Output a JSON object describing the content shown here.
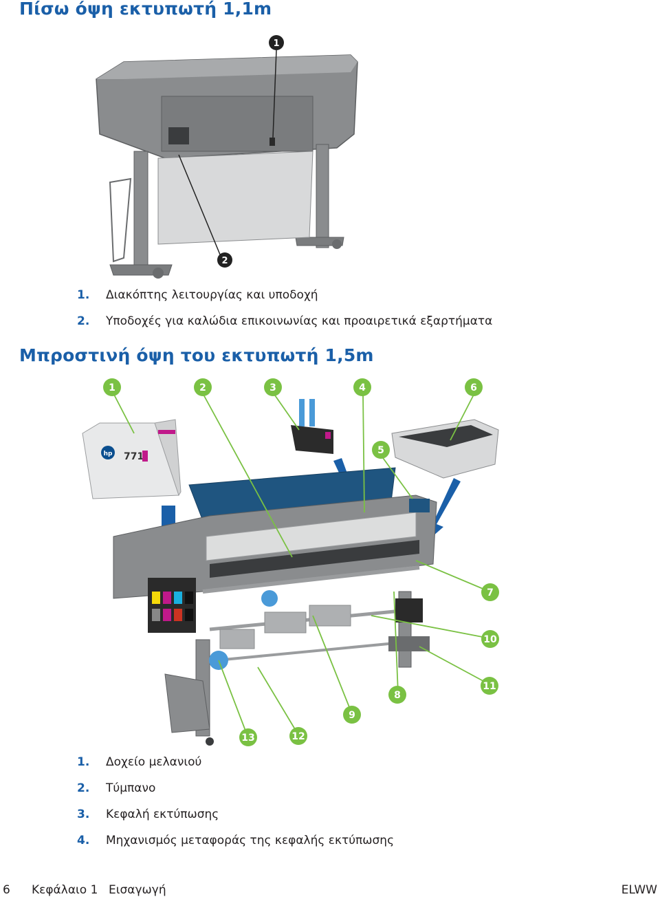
{
  "section1": {
    "title": "Πίσω όψη εκτυπωτή 1,1m",
    "items": [
      {
        "num": "1.",
        "text": "Διακόπτης λειτουργίας και υποδοχή"
      },
      {
        "num": "2.",
        "text": "Υποδοχές για καλώδια επικοινωνίας και προαιρετικά εξαρτήματα"
      }
    ],
    "callouts": [
      "1",
      "2"
    ]
  },
  "section2": {
    "title": "Μπροστινή όψη του εκτυπωτή 1,5m",
    "items": [
      {
        "num": "1.",
        "text": "Δοχείο μελανιού"
      },
      {
        "num": "2.",
        "text": "Τύμπανο"
      },
      {
        "num": "3.",
        "text": "Κεφαλή εκτύπωσης"
      },
      {
        "num": "4.",
        "text": "Μηχανισμός μεταφοράς της κεφαλής εκτύπωσης"
      }
    ],
    "callouts": [
      "1",
      "2",
      "3",
      "4",
      "5",
      "6",
      "7",
      "8",
      "9",
      "10",
      "11",
      "12",
      "13"
    ],
    "cartridge_label": "771",
    "cartridge_brand": "hp"
  },
  "footer": {
    "page": "6",
    "chapter": "Κεφάλαιο 1",
    "section": "Εισαγωγή",
    "code": "ELWW"
  }
}
